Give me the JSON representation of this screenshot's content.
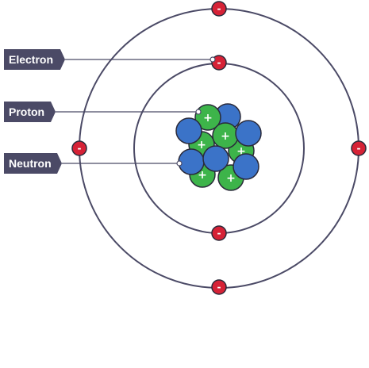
{
  "labels": {
    "electron": "Electron",
    "proton": "Proton",
    "neutron": "Neutron"
  },
  "symbols": {
    "electron_charge": "-",
    "proton_charge": "+"
  },
  "counts": {
    "protons": 6,
    "neutrons": 6,
    "inner_shell_electrons": 2,
    "outer_shell_electrons": 4
  },
  "colors": {
    "background": "#ffffff",
    "orbit": "#4b4a66",
    "label_tag": "#4b4a66",
    "leader_line": "#4b4a66",
    "electron": "#d62236",
    "proton": "#3db44a",
    "neutron": "#3b73c8",
    "particle_outline": "#2a2a3a"
  }
}
